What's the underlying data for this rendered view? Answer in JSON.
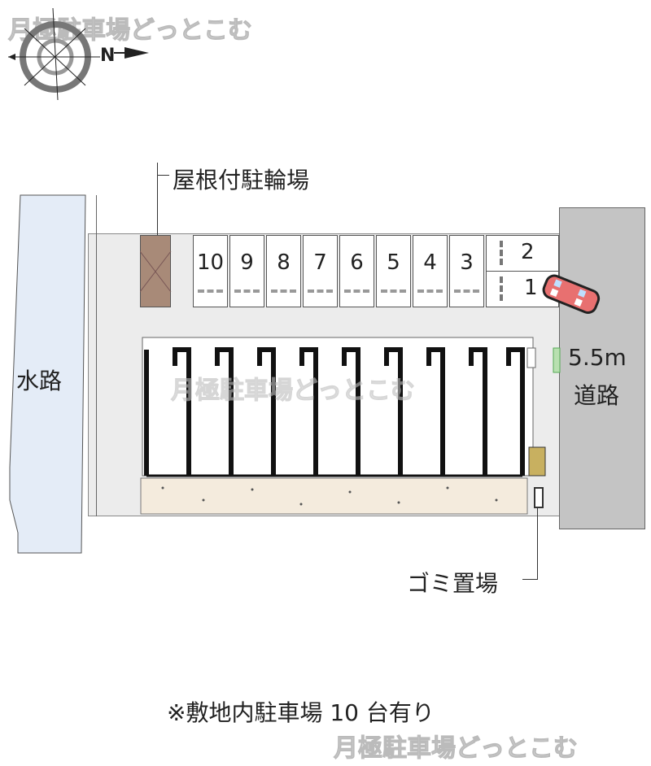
{
  "watermark": "月極駐車場どっとこむ",
  "compass": {
    "label": "N",
    "icon": "compass-icon"
  },
  "labels": {
    "bike_shelter": "屋根付駐輪場",
    "canal": "水路",
    "road_width": "5.5m",
    "road": "道路",
    "garbage": "ゴミ置場",
    "note": "※敷地内駐車場 10 台有り"
  },
  "stalls_row": [
    "10",
    "9",
    "8",
    "7",
    "6",
    "5",
    "4",
    "3"
  ],
  "stalls_side": [
    "2",
    "1"
  ],
  "colors": {
    "canal": "#e4ecf7",
    "road": "#c4c4c4",
    "lot": "#ececec",
    "bike_shelter": "#a88a78",
    "planting": "#f4ebdd",
    "car": "#e87070",
    "green": "#b8e0b0"
  }
}
